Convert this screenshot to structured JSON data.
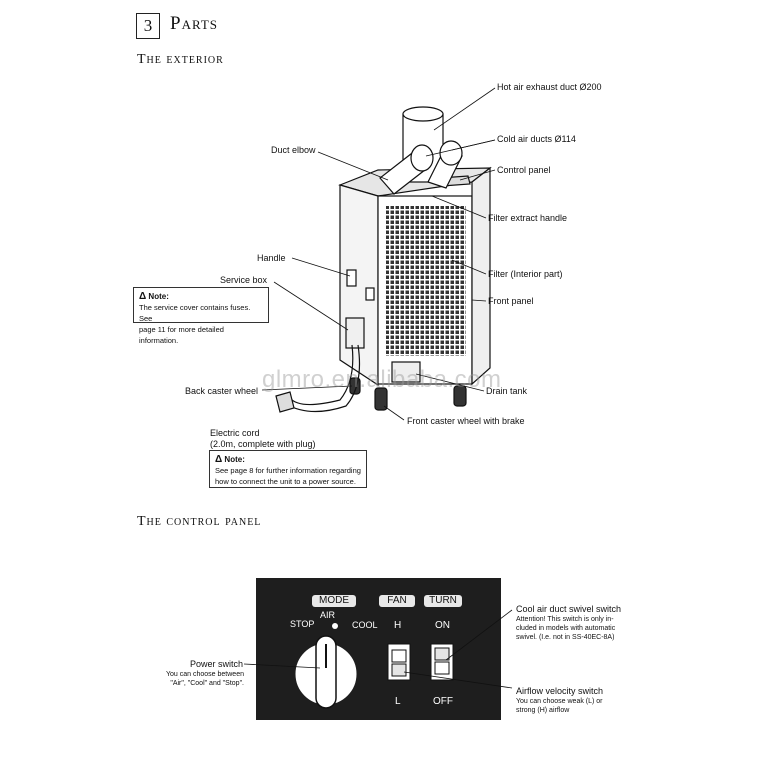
{
  "header": {
    "number": "3",
    "title": "Parts"
  },
  "exterior": {
    "title": "The exterior",
    "labels": {
      "hot_duct": "Hot air exhaust duct Ø200",
      "cold_ducts": "Cold air ducts Ø114",
      "control_panel": "Control panel",
      "filter_handle": "Filter extract handle",
      "filter": "Filter (Interior part)",
      "front_panel": "Front panel",
      "drain_tank": "Drain tank",
      "front_wheel": "Front caster wheel with brake",
      "duct_elbow": "Duct elbow",
      "handle": "Handle",
      "service_box": "Service box",
      "back_wheel": "Back caster wheel",
      "cord_1": "Electric cord",
      "cord_2": "(2.0m, complete with plug)"
    },
    "note1": {
      "head": "Note:",
      "line1": "The service cover contains fuses. See",
      "line2": "page 11 for more detailed information."
    },
    "note2": {
      "head": "Note:",
      "line1": "See page 8 for further information regarding",
      "line2": "how to connect the unit to a power source."
    }
  },
  "control": {
    "title": "The control panel",
    "mode": "MODE",
    "fan": "FAN",
    "turn": "TURN",
    "stop": "STOP",
    "air": "AIR",
    "cool": "COOL",
    "h": "H",
    "l": "L",
    "on": "ON",
    "off": "OFF",
    "power_title": "Power switch",
    "power_1": "You can choose between",
    "power_2": "\"Air\", \"Cool\" and \"Stop\".",
    "swivel_title": "Cool air duct swivel switch",
    "swivel_1": "Attention! This switch is only in-",
    "swivel_2": "cluded in models with automatic",
    "swivel_3": "swivel. (I.e. not in SS-40EC-8A)",
    "airflow_title": "Airflow velocity switch",
    "airflow_1": "You can choose weak (L) or",
    "airflow_2": "strong (H) airflow"
  },
  "watermark": "glmro.en.alibaba.com"
}
